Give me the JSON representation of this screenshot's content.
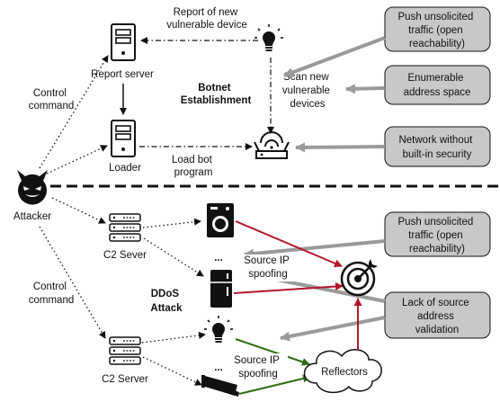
{
  "labels": {
    "report_new_device": [
      "Report of new",
      "vulnerable device"
    ],
    "report_server": "Report server",
    "control_command_top": [
      "Control",
      "command"
    ],
    "botnet_establishment": [
      "Botnet",
      "Establishment"
    ],
    "scan_new": [
      "Scan new",
      "vulnerable",
      "devices"
    ],
    "loader": "Loader",
    "load_bot_program": [
      "Load bot",
      "program"
    ],
    "attacker": "Attacker",
    "c2_top": "C2 Sever",
    "source_ip_spoofing_top": [
      "Source IP",
      "spoofing"
    ],
    "ellipsis_top": "...",
    "ddos_attack": [
      "DDoS",
      "Attack"
    ],
    "control_command_bottom": [
      "Control",
      "command"
    ],
    "ellipsis_bottom": "...",
    "source_ip_spoofing_bottom": [
      "Source IP",
      "spoofing"
    ],
    "c2_bottom": "C2 Server",
    "reflectors": "Reflectors"
  },
  "callouts": {
    "push_top": [
      "Push unsolicited",
      "traffic (open",
      "reachability)"
    ],
    "enumerable": [
      "Enumerable",
      "address space"
    ],
    "network_without": [
      "Network without",
      "built-in security"
    ],
    "push_bottom": [
      "Push unsolicited",
      "traffic (open",
      "reachability)"
    ],
    "lack_source": [
      "Lack of source",
      "address",
      "validation"
    ]
  },
  "colors": {
    "red_arrow": "#b3162b",
    "green_arrow": "#2e6b12",
    "callout_fill": "#c8c8c8",
    "grey_arrow": "#9a9a9a"
  },
  "icons": [
    "server-icon",
    "lightbulb-icon",
    "router-icon",
    "devil-attacker-icon",
    "rack-server-icon",
    "washing-machine-icon",
    "refrigerator-icon",
    "camera-icon",
    "target-icon",
    "cloud-icon"
  ]
}
